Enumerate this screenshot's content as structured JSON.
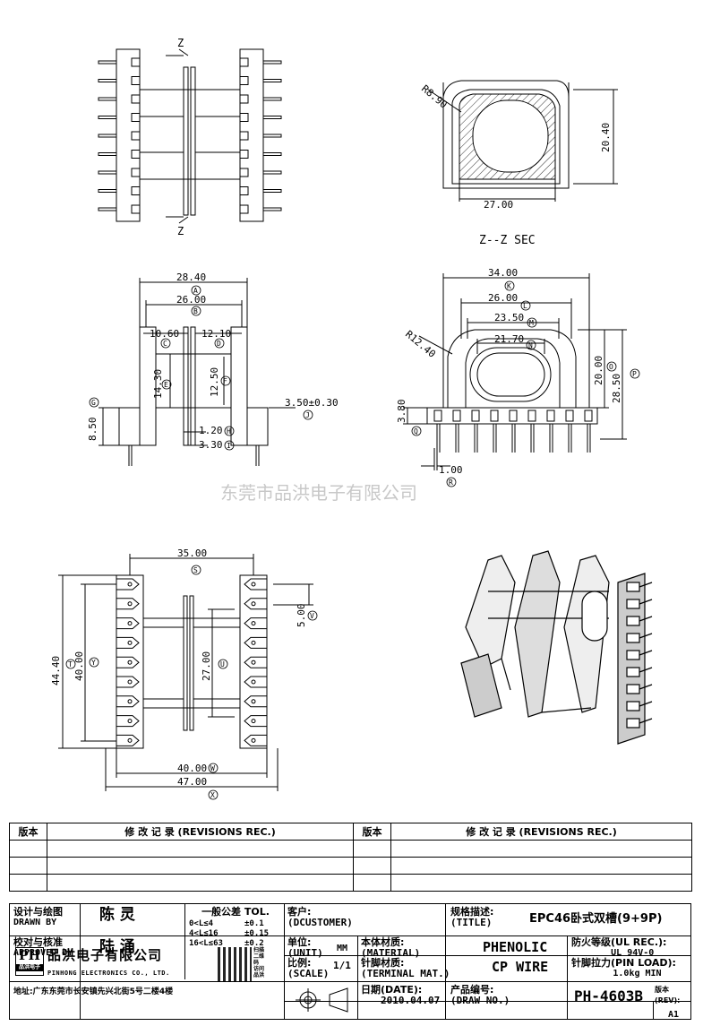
{
  "watermark": "东莞市品洪电子有限公司",
  "drawing": {
    "section_label": "Z--Z SEC",
    "section_mark": "Z",
    "sec_dims": {
      "radius": "R8.90",
      "height": "20.40",
      "width": "27.00"
    },
    "front_dims": {
      "d1": "28.40",
      "d1_tag": "A",
      "d2": "26.00",
      "d2_tag": "B",
      "d3": "10.60",
      "d3_tag": "C",
      "d4": "12.10",
      "d4_tag": "D",
      "d5": "14.30",
      "d5_tag": "E",
      "d6": "12.50",
      "d6_tag": "F",
      "d7": "8.50",
      "d7_tag": "G",
      "d8": "1.20",
      "d8_tag": "H",
      "d9": "3.30",
      "d9_tag": "I",
      "d10": "3.50±0.30",
      "d10_tag": "J"
    },
    "side_dims": {
      "d1": "34.00",
      "d1_tag": "K",
      "d2": "26.00",
      "d2_tag": "L",
      "d3": "23.50",
      "d3_tag": "M",
      "d4": "21.70",
      "d4_tag": "N",
      "d5": "20.00",
      "d5_tag": "O",
      "d6": "28.50",
      "d6_tag": "P",
      "d7": "3.80",
      "d7_tag": "Q",
      "d8": "1.00",
      "d8_tag": "R",
      "radius": "R12.40"
    },
    "bottom_dims": {
      "d1": "35.00",
      "d1_tag": "S",
      "d2": "44.40",
      "d2_tag": "T",
      "d3": "40.00",
      "d3_tag": "Y",
      "d4": "27.00",
      "d4_tag": "U",
      "d5": "5.00",
      "d5_tag": "V",
      "d6": "40.00",
      "d6_tag": "W",
      "d7": "47.00",
      "d7_tag": "X"
    }
  },
  "revisions": {
    "col_version": "版本",
    "col_record": "修 改 记 录 (REVISIONS REC.)"
  },
  "title_block": {
    "design_label_cn": "设计与绘图",
    "design_label_en": "DRAWN BY",
    "design_name": "陈 灵",
    "approve_label_cn": "校对与核准",
    "approve_label_en": "APPROVED BY",
    "approve_name": "陆 涌",
    "tol_title": "一般公差 TOL.",
    "tol_rows": [
      {
        "range": "0<L≤4",
        "tol": "±0.1"
      },
      {
        "range": "4<L≤16",
        "tol": "±0.15"
      },
      {
        "range": "16<L≤63",
        "tol": "±0.2"
      }
    ],
    "customer_cn": "客户:",
    "customer_en": "(DCUSTOMER)",
    "title_cn": "规格描述:",
    "title_en": "(TITLE)",
    "title_value": "EPC46卧式双槽(9+9P)",
    "unit_cn": "单位:",
    "unit_en": "(UNIT)",
    "unit_value": "MM",
    "material_cn": "本体材质:",
    "material_en": "(MATERIAL)",
    "material_value": "PHENOLIC",
    "fire_cn": "防火等级(UL REC.):",
    "fire_value": "UL 94V-0",
    "scale_cn": "比例:",
    "scale_en": "(SCALE)",
    "scale_value": "1/1",
    "terminal_cn": "针脚材质:",
    "terminal_en": "(TERMINAL MAT.)",
    "terminal_value": "CP WIRE",
    "pinload_cn": "针脚拉力(PIN LOAD):",
    "pinload_value": "1.0kg MIN",
    "date_cn": "日期(DATE):",
    "date_value": "2010.04.07",
    "drawno_cn": "产品编号:",
    "drawno_en": "(DRAW NO.)",
    "drawno_value": "PH-4603B",
    "rev_label": "版本(REV):",
    "rev_value": "A1",
    "company_cn": "品洪电子有限公司",
    "company_en": "PINHONG ELECTRONICS CO., LTD.",
    "logo_text": "PH",
    "logo_sub": "品洪电子",
    "qr_caption": "扫描二维码 访问品洪",
    "address": "地址:广东东莞市长安镇先兴北街5号二楼4楼"
  }
}
